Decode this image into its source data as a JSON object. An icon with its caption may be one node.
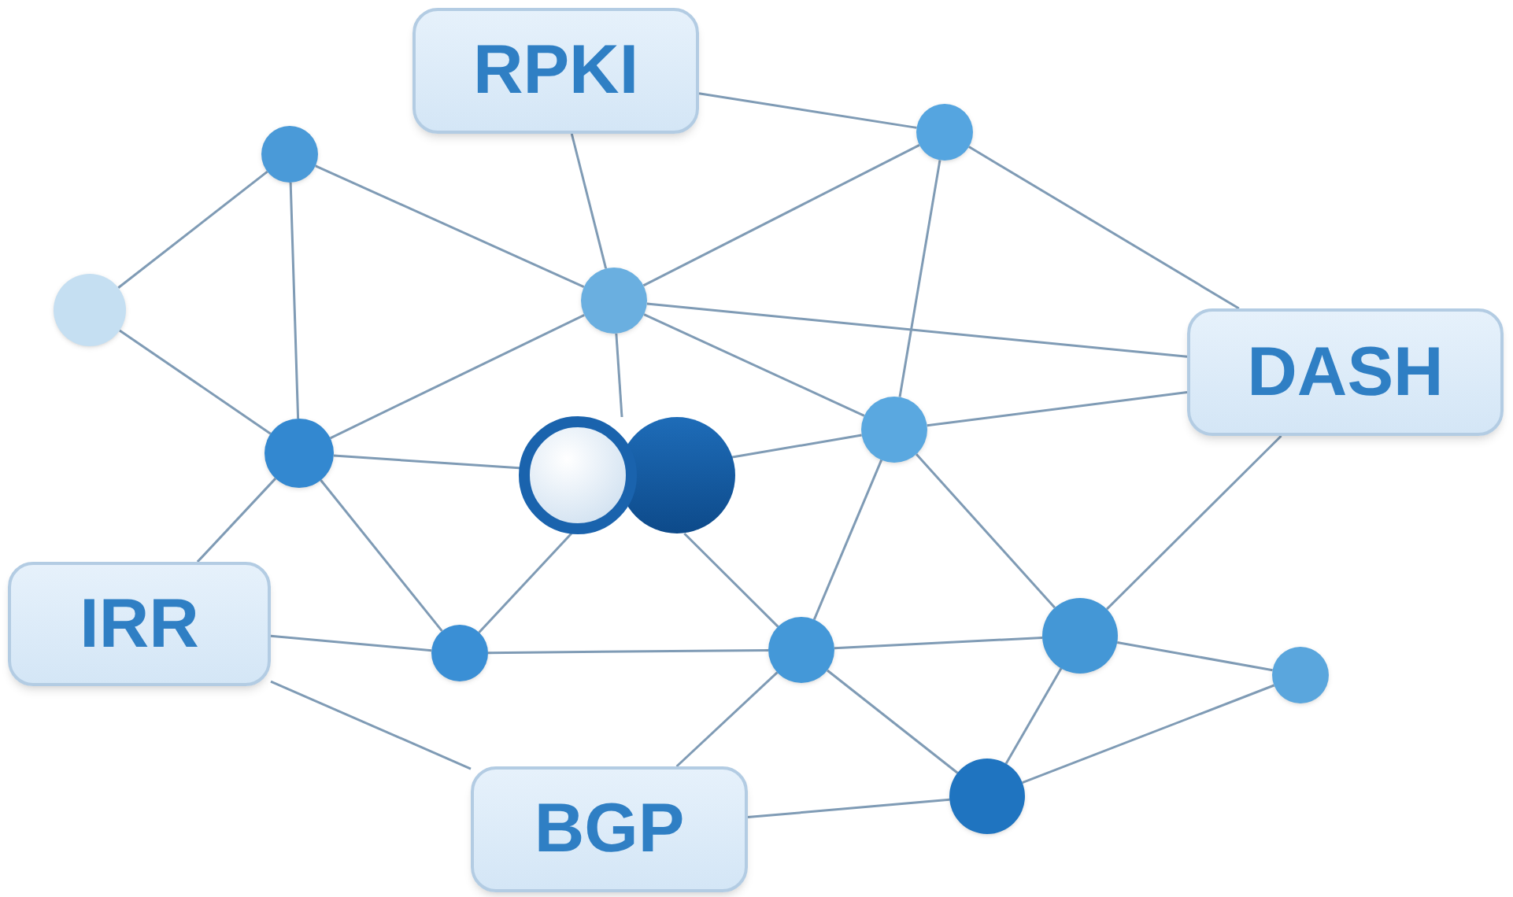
{
  "diagram": {
    "nodes": [
      {
        "text": [
          "RPKI"
        ]
      },
      {
        "text": [
          "DASH"
        ]
      },
      {
        "text": [
          "IRR"
        ]
      },
      {
        "text": [
          "BGP"
        ]
      },
      {
        "text": [],
        "shape": "circle"
      },
      {
        "text": [],
        "shape": "circle"
      },
      {
        "text": [],
        "shape": "circle"
      },
      {
        "text": [],
        "shape": "circle"
      },
      {
        "text": [],
        "shape": "circle"
      },
      {
        "text": [],
        "shape": "circle"
      },
      {
        "text": [],
        "shape": "circle"
      },
      {
        "text": [],
        "shape": "circle"
      },
      {
        "text": [],
        "shape": "circle"
      },
      {
        "text": [],
        "shape": "circle"
      },
      {
        "text": [],
        "shape": "circle"
      },
      {
        "text": [],
        "shape": "circle"
      }
    ],
    "edges": [
      {
        "from": 0,
        "to": 7,
        "arrow": "none"
      },
      {
        "from": 0,
        "to": 5,
        "arrow": "none"
      },
      {
        "from": 4,
        "to": 6,
        "arrow": "none"
      },
      {
        "from": 4,
        "to": 9,
        "arrow": "none"
      },
      {
        "from": 4,
        "to": 7,
        "arrow": "none"
      },
      {
        "from": 6,
        "to": 9,
        "arrow": "none"
      },
      {
        "from": 7,
        "to": 9,
        "arrow": "none"
      },
      {
        "from": 7,
        "to": 5,
        "arrow": "none"
      },
      {
        "from": 7,
        "to": 1,
        "arrow": "none"
      },
      {
        "from": 7,
        "to": 8,
        "arrow": "none"
      },
      {
        "from": 7,
        "to": 10,
        "arrow": "none"
      },
      {
        "from": 5,
        "to": 1,
        "arrow": "none"
      },
      {
        "from": 5,
        "to": 8,
        "arrow": "none"
      },
      {
        "from": 8,
        "to": 1,
        "arrow": "none"
      },
      {
        "from": 8,
        "to": 10,
        "arrow": "none"
      },
      {
        "from": 8,
        "to": 12,
        "arrow": "none"
      },
      {
        "from": 8,
        "to": 13,
        "arrow": "none"
      },
      {
        "from": 1,
        "to": 13,
        "arrow": "none"
      },
      {
        "from": 9,
        "to": 10,
        "arrow": "none"
      },
      {
        "from": 9,
        "to": 2,
        "arrow": "none"
      },
      {
        "from": 9,
        "to": 11,
        "arrow": "none"
      },
      {
        "from": 10,
        "to": 11,
        "arrow": "none"
      },
      {
        "from": 10,
        "to": 12,
        "arrow": "none"
      },
      {
        "from": 2,
        "to": 11,
        "arrow": "none"
      },
      {
        "from": 2,
        "to": 3,
        "arrow": "none"
      },
      {
        "from": 11,
        "to": 12,
        "arrow": "none"
      },
      {
        "from": 12,
        "to": 3,
        "arrow": "none"
      },
      {
        "from": 12,
        "to": 13,
        "arrow": "none"
      },
      {
        "from": 12,
        "to": 15,
        "arrow": "none"
      },
      {
        "from": 13,
        "to": 14,
        "arrow": "none"
      },
      {
        "from": 13,
        "to": 15,
        "arrow": "none"
      },
      {
        "from": 15,
        "to": 14,
        "arrow": "none"
      },
      {
        "from": 3,
        "to": 15,
        "arrow": "none"
      }
    ]
  }
}
